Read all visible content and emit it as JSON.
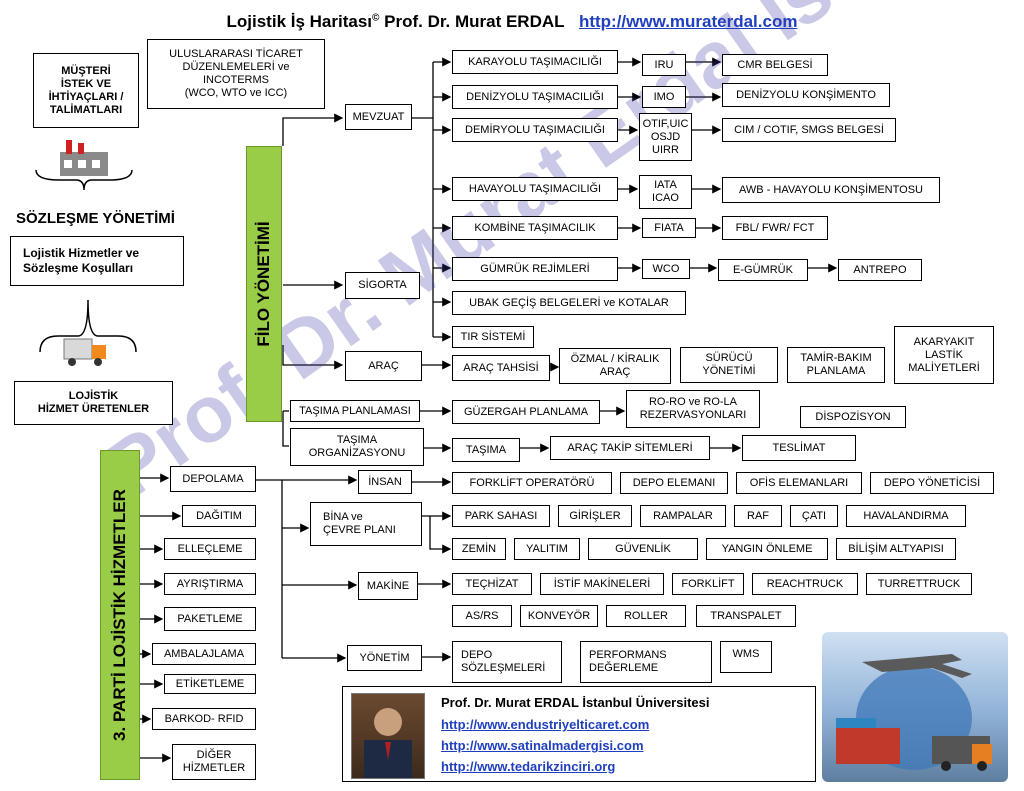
{
  "title": {
    "main": "Lojistik İş Haritası",
    "sup": "©",
    "author": "Prof. Dr. Murat ERDAL",
    "url": "http://www.muraterdal.com"
  },
  "left": {
    "customer": "MÜŞTERİ\nİSTEK VE\nİHTİYAÇLARI /\nTALİMATLARI",
    "contract_mgmt": "SÖZLEŞME YÖNETİMİ",
    "services_terms": "Lojistik Hizmetler ve\nSözleşme Koşulları",
    "producers": "LOJİSTİK\nHİZMET ÜRETENLER",
    "trade_rules": "ULUSLARARASI TİCARET\nDÜZENLEMELERİ ve\nINCOTERMS\n(WCO, WTO ve ICC)"
  },
  "filo": {
    "title": "FİLO YÖNETİMİ",
    "mevzuat": "MEVZUAT",
    "sigorta": "SİGORTA",
    "arac": "ARAÇ",
    "tasima_plan": "TAŞIMA PLANLAMASI",
    "tasima_org": "TAŞIMA\nORGANİZASYONU",
    "karayolu": "KARAYOLU TAŞIMACILIĞI",
    "iru": "IRU",
    "cmr": "CMR BELGESİ",
    "denizyolu": "DENİZYOLU TAŞIMACILIĞI",
    "imo": "IMO",
    "deniz_kons": "DENİZYOLU KONŞİMENTO",
    "demiryolu": "DEMİRYOLU TAŞIMACILIĞI",
    "otif": "OTIF,UIC\nOSJD\nUIRR",
    "cim": "CIM / COTIF, SMGS BELGESİ",
    "havayolu": "HAVAYOLU TAŞIMACILIĞI",
    "iata": "IATA\nICAO",
    "awb": "AWB - HAVAYOLU KONŞİMENTOSU",
    "kombine": "KOMBİNE TAŞIMACILIK",
    "fiata": "FIATA",
    "fbl": "FBL/ FWR/ FCT",
    "gumruk": "GÜMRÜK REJİMLERİ",
    "wco": "WCO",
    "egumruk": "E-GÜMRÜK",
    "antrepo": "ANTREPO",
    "ubak": "UBAK GEÇİŞ BELGELERİ ve KOTALAR",
    "tir": "TIR SİSTEMİ",
    "arac_tahsisi": "ARAÇ TAHSİSİ",
    "ozmal": "ÖZMAL / KİRALIK\nARAÇ",
    "surucu": "SÜRÜCÜ\nYÖNETİMİ",
    "tamir": "TAMİR-BAKIM\nPLANLAMA",
    "akaryakit": "AKARYAKIT\nLASTİK\nMALİYETLERİ",
    "guzergah": "GÜZERGAH PLANLAMA",
    "roro": "RO-RO ve RO-LA\nREZERVASYONLARI",
    "dispozisyon": "DİSPOZİSYON",
    "tasima": "TAŞIMA",
    "arac_takip": "ARAÇ TAKİP SİTEMLERİ",
    "teslimat": "TESLİMAT"
  },
  "tpl": {
    "title": "3. PARTİ LOJİSTİK HİZMETLER",
    "depolama": "DEPOLAMA",
    "dagitim": "DAĞITIM",
    "ellecleme": "ELLEÇLEME",
    "ayristirma": "AYRIŞTIRMA",
    "paketleme": "PAKETLEME",
    "ambalajlama": "AMBALAJLAMA",
    "etiketleme": "ETİKETLEME",
    "barkod": "BARKOD- RFID",
    "diger": "DİĞER\nHİZMETLER",
    "insan": "İNSAN",
    "bina": "BİNA ve\nÇEVRE PLANI",
    "makine": "MAKİNE",
    "yonetim": "YÖNETİM",
    "forklift_op": "FORKLİFT OPERATÖRÜ",
    "depo_eleman": "DEPO ELEMANI",
    "ofis_eleman": "OFİS ELEMANLARI",
    "depo_yonetici": "DEPO YÖNETİCİSİ",
    "park": "PARK SAHASI",
    "girisler": "GİRİŞLER",
    "rampalar": "RAMPALAR",
    "raf": "RAF",
    "cati": "ÇATI",
    "havalandirma": "HAVALANDIRMA",
    "zemin": "ZEMİN",
    "yalitim": "YALITIM",
    "guvenlik": "GÜVENLİK",
    "yangin": "YANGIN ÖNLEME",
    "bilisim": "BİLİŞİM ALTYAPISI",
    "techizat": "TEÇHİZAT",
    "istif": "İSTİF MAKİNELERİ",
    "forklift": "FORKLİFT",
    "reach": "REACHTRUCK",
    "turret": "TURRETTRUCK",
    "asrs": "AS/RS",
    "konveyor": "KONVEYÖR",
    "roller": "ROLLER",
    "transpalet": "TRANSPALET",
    "depo_soz": "DEPO\nSÖZLEŞMELERİ",
    "performans": "PERFORMANS\nDEĞERLEME",
    "wms": "WMS"
  },
  "footer": {
    "name": "Prof. Dr. Murat ERDAL  İstanbul Üniversitesi",
    "link1": "http://www.endustriyelticaret.com",
    "link2": "http://www.satinalmadergisi.com",
    "link3": "http://www.tedarikzinciri.org"
  },
  "watermark": "Prof. Dr. Murat Erdal İstanbul Üniversitesi"
}
